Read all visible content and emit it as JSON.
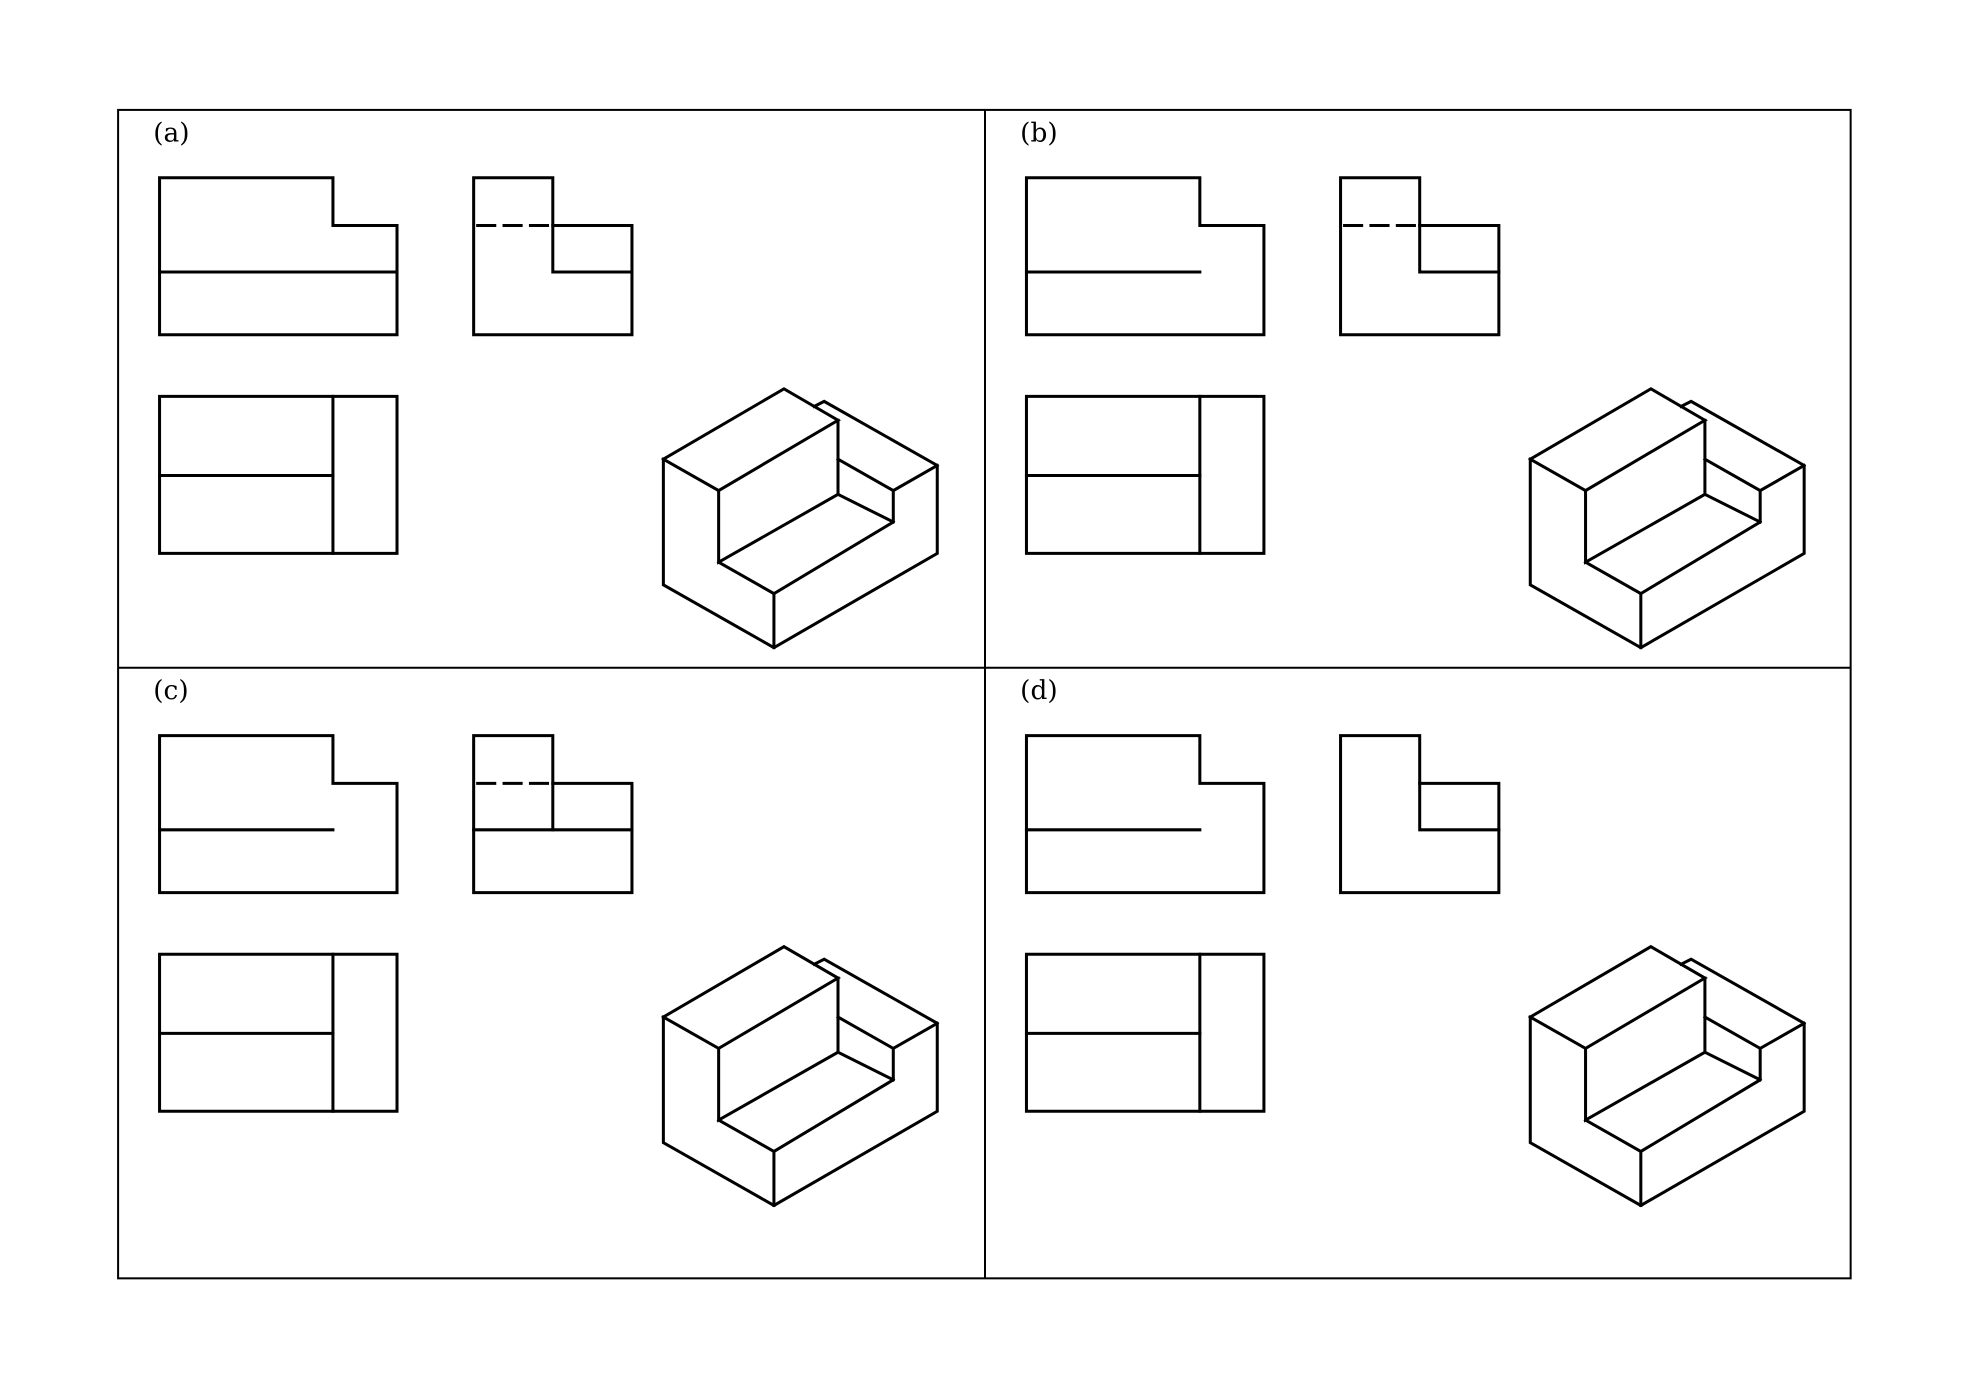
{
  "panels": [
    {
      "label": "(a)",
      "front_full_line": true,
      "side_variant": "hidden-step"
    },
    {
      "label": "(b)",
      "front_full_line": false,
      "side_variant": "hidden-step"
    },
    {
      "label": "(c)",
      "front_full_line": false,
      "side_variant": "hidden-base-line"
    },
    {
      "label": "(d)",
      "front_full_line": false,
      "side_variant": "no-hidden"
    }
  ],
  "colors": {
    "line": "#000000",
    "background": "#ffffff"
  }
}
